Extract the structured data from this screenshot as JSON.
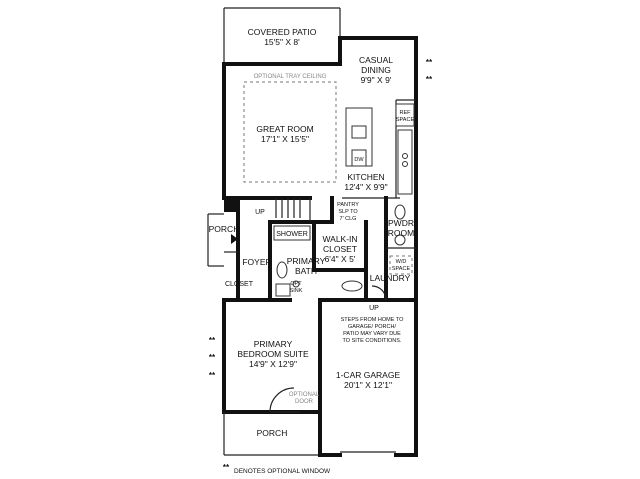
{
  "rooms": {
    "covered_patio": {
      "name": "COVERED PATIO",
      "dim": "15'5\" X 8'"
    },
    "casual_dining": {
      "name1": "CASUAL",
      "name2": "DINING",
      "dim": "9'9\" X 9'"
    },
    "great_room": {
      "name": "GREAT ROOM",
      "dim": "17'1\" X 15'5\""
    },
    "kitchen": {
      "name": "KITCHEN",
      "dim": "12'4\" X 9'9\""
    },
    "pantry": {
      "l1": "PANTRY",
      "l2": "SLP TO",
      "l3": "7' CLG"
    },
    "pwdr_room": {
      "l1": "PWDR",
      "l2": "ROOM"
    },
    "porch_side": {
      "name": "PORCH"
    },
    "foyer": {
      "name": "FOYER"
    },
    "closet": {
      "name": "CLOSET"
    },
    "shower": {
      "name": "SHOWER"
    },
    "walk_in_closet": {
      "l1": "WALK-IN",
      "l2": "CLOSET",
      "dim": "6'4\" X 5'"
    },
    "primary_bath": {
      "l1": "PRIMARY",
      "l2": "BATH"
    },
    "laundry": {
      "name": "LAUNDRY"
    },
    "primary_bedroom": {
      "l1": "PRIMARY",
      "l2": "BEDROOM SUITE",
      "dim": "14'9\" X 12'9\""
    },
    "garage": {
      "name": "1-CAR GARAGE",
      "dim": "20'1\" X 12'1\""
    },
    "porch_front": {
      "name": "PORCH"
    }
  },
  "labels": {
    "tray_ceiling": "OPTIONAL TRAY CEILING",
    "ref_space_1": "REF",
    "ref_space_2": "SPACE",
    "dw": "DW",
    "up_stair": "UP",
    "up_garage": "UP",
    "wd_1": "W/D",
    "wd_2": "SPACE",
    "opt_sink_1": "OPT",
    "opt_sink_2": "SINK",
    "optional_door_1": "OPTIONAL",
    "optional_door_2": "DOOR",
    "steps_note": [
      "STEPS FROM HOME TO",
      "GARAGE/ PORCH/",
      "PATIO MAY VARY DUE",
      "TO SITE CONDITIONS."
    ]
  },
  "markers": {
    "optional_window": "**"
  },
  "legend": {
    "text": "DENOTES OPTIONAL WINDOW"
  }
}
